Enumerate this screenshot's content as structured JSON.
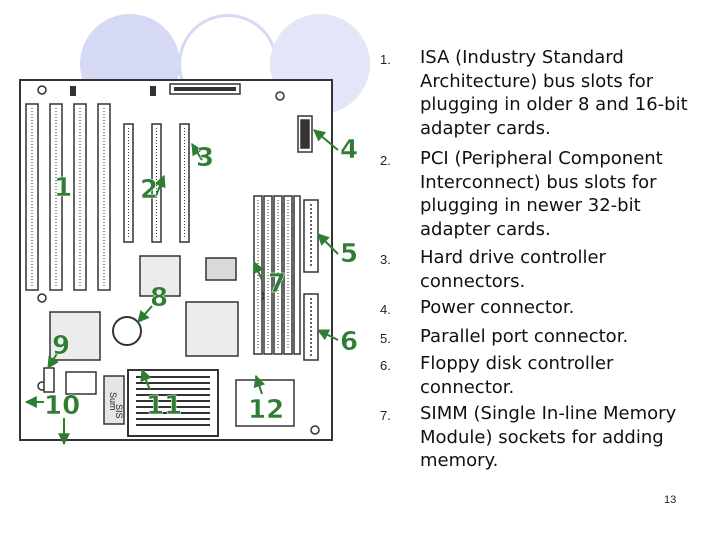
{
  "diagram": {
    "callouts": [
      "1",
      "2",
      "3",
      "4",
      "5",
      "6",
      "7",
      "8",
      "9",
      "10",
      "11",
      "12"
    ],
    "chip_labels": [
      "Sum",
      "SIS"
    ]
  },
  "list": {
    "items": [
      {
        "number": "1.",
        "text": "ISA (Industry Standard Architecture) bus slots for plugging in older 8 and 16-bit adapter cards."
      },
      {
        "number": "2.",
        "text": "PCI (Peripheral Component Interconnect) bus slots for plugging in newer 32-bit adapter cards."
      },
      {
        "number": "3.",
        "text": "Hard drive controller connectors."
      },
      {
        "number": "4.",
        "text": "Power connector."
      },
      {
        "number": "5.",
        "text": "Parallel port connector."
      },
      {
        "number": "6.",
        "text": "Floppy disk controller connector."
      },
      {
        "number": "7.",
        "text": "SIMM (Single In-line Memory Module) sockets for adding memory."
      }
    ]
  },
  "page_number": "13",
  "colors": {
    "callout_green": "#2e7d32",
    "lavender_circles": "#d9dcf4",
    "board_outline": "#333333"
  }
}
